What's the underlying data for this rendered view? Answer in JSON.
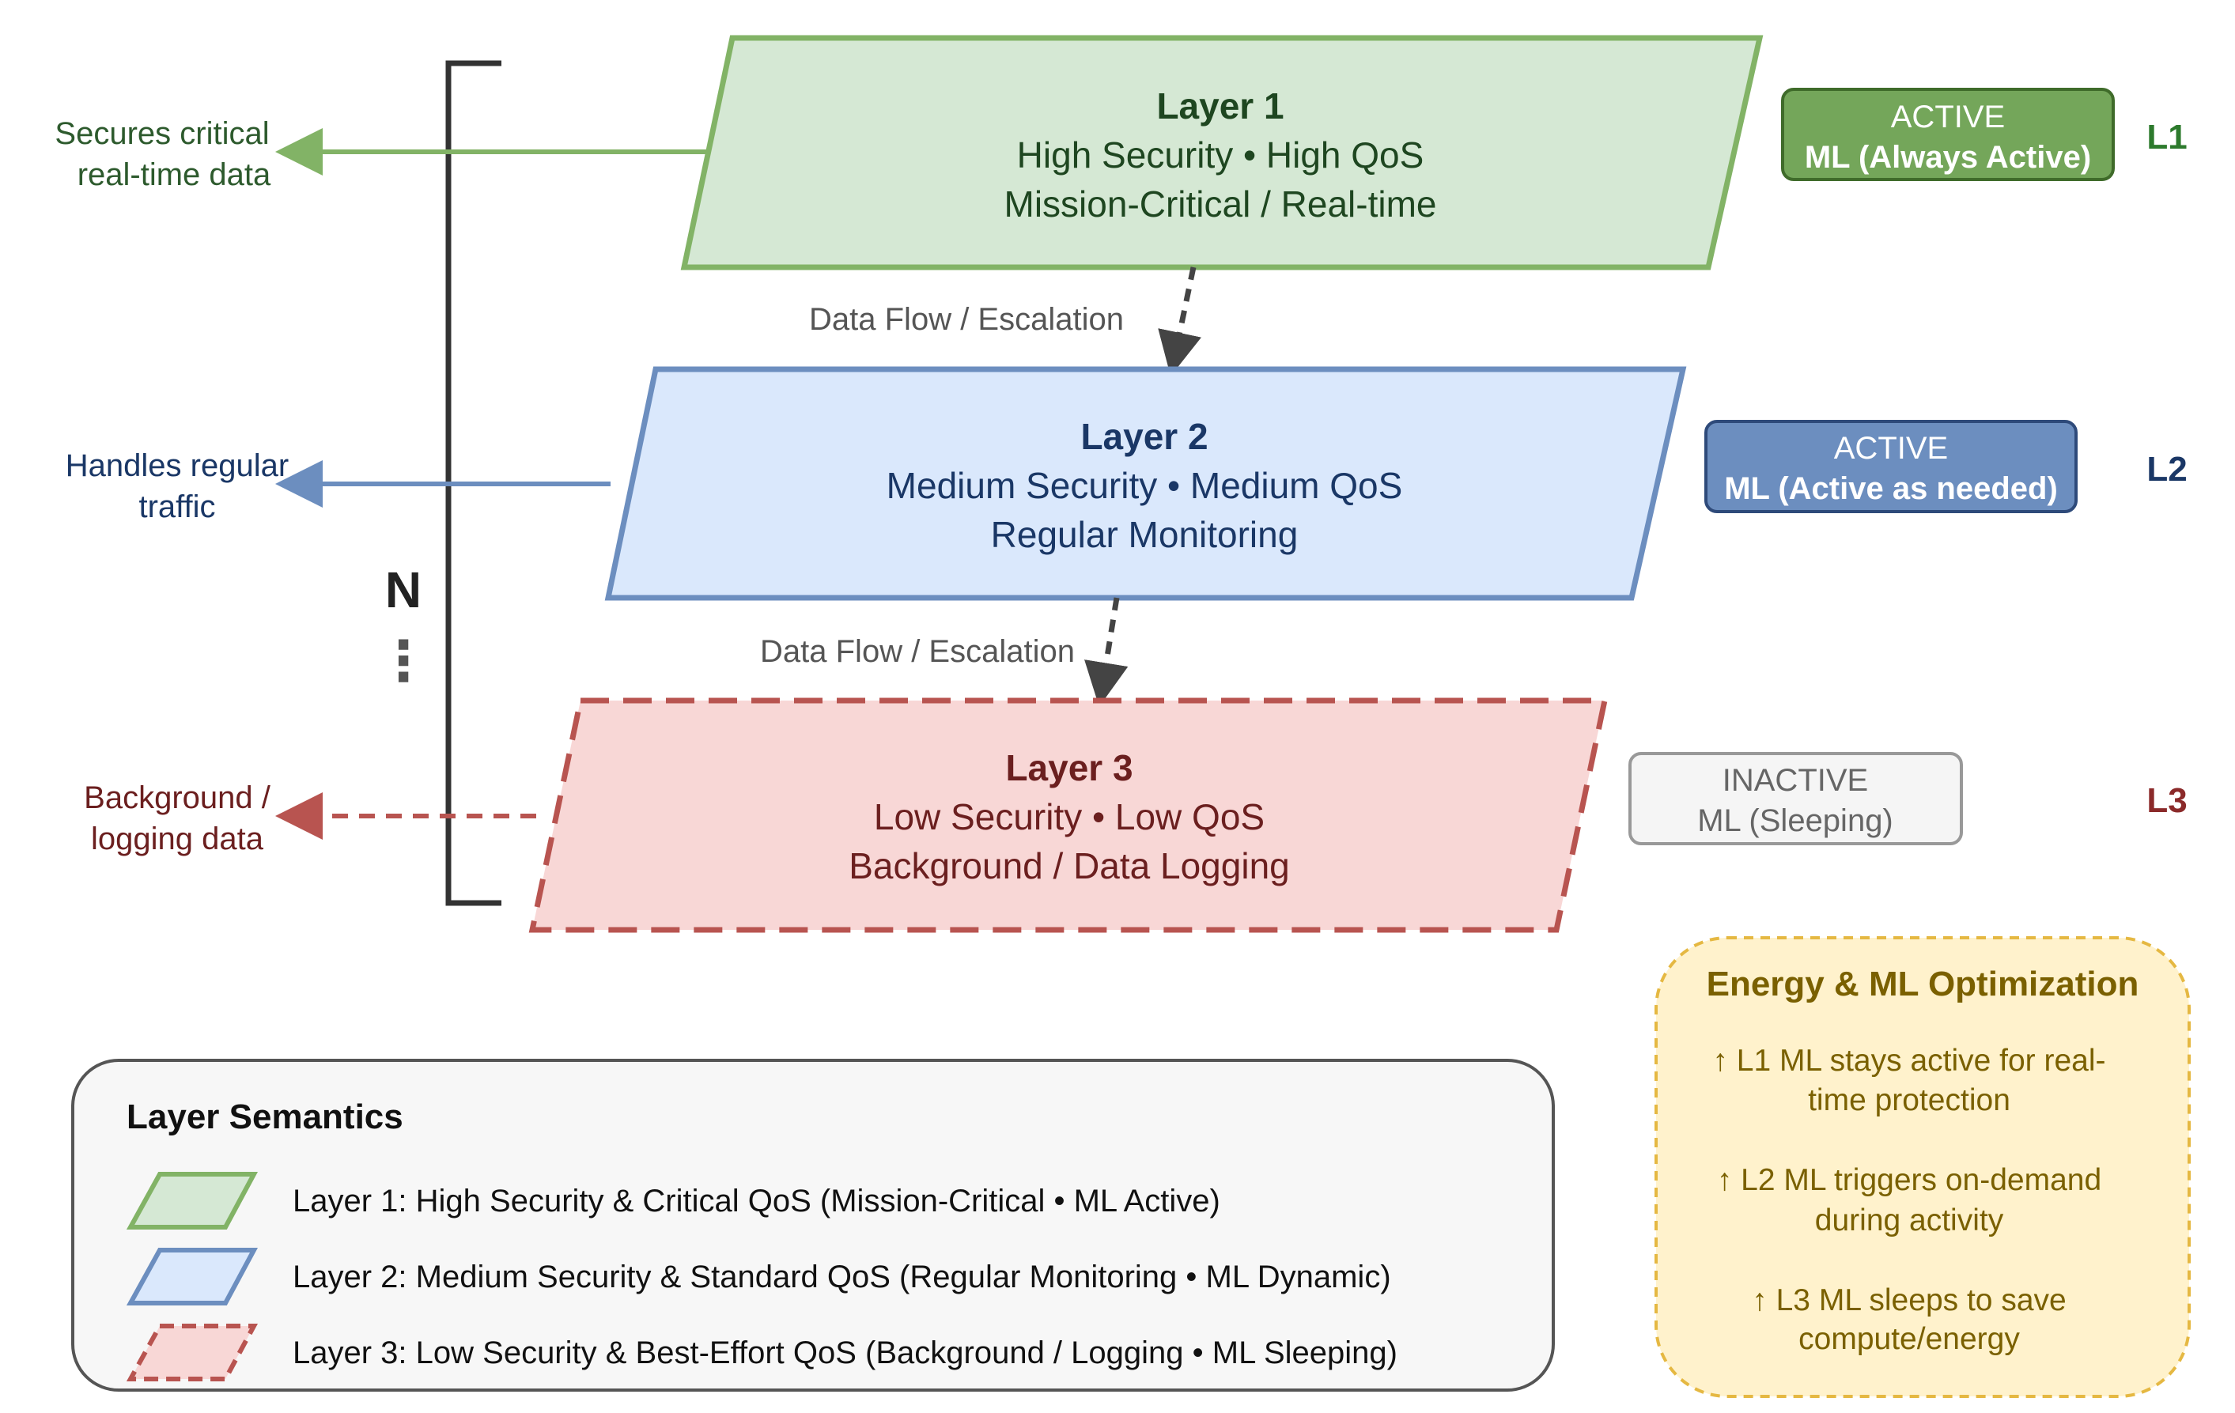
{
  "colors": {
    "green_fill": "#d5e8d4",
    "green_stroke": "#82b366",
    "green_text": "#1e4620",
    "blue_fill": "#dae8fc",
    "blue_stroke": "#6c8ebf",
    "blue_text": "#1a3766",
    "red_fill": "#f8d7d6",
    "red_stroke": "#b85450",
    "red_text": "#6b1f1f",
    "badge_green": "#74a65a",
    "badge_blue": "#6c8ebf",
    "badge_gray_fill": "#f5f5f5",
    "badge_gray_stroke": "#999999",
    "bracket": "#333333",
    "flow_label": "#555555",
    "opt_fill": "#fff2cc",
    "opt_stroke": "#e5b842",
    "opt_text": "#7a6000"
  },
  "layers": [
    {
      "title": "Layer 1",
      "line1": "High Security • High QoS",
      "line2": "Mission-Critical / Real-time",
      "side_label": [
        "Secures critical",
        "real-time data"
      ],
      "badge_status": "ACTIVE",
      "badge_ml": "ML (Always Active)",
      "level": "L1"
    },
    {
      "title": "Layer 2",
      "line1": "Medium Security • Medium QoS",
      "line2": "Regular Monitoring",
      "side_label": [
        "Handles regular",
        "traffic"
      ],
      "badge_status": "ACTIVE",
      "badge_ml": "ML (Active as needed)",
      "level": "L2"
    },
    {
      "title": "Layer 3",
      "line1": "Low Security • Low QoS",
      "line2": "Background / Data Logging",
      "side_label": [
        "Background /",
        "logging data"
      ],
      "badge_status": "INACTIVE",
      "badge_ml": "ML (Sleeping)",
      "level": "L3"
    }
  ],
  "flow_labels": [
    "Data Flow / Escalation",
    "Data Flow / Escalation"
  ],
  "bracket": {
    "label": "N",
    "ellipsis": "⋮"
  },
  "legend": {
    "title": "Layer Semantics",
    "items": [
      "Layer 1: High Security & Critical QoS (Mission-Critical • ML Active)",
      "Layer 2: Medium Security & Standard QoS (Regular Monitoring • ML Dynamic)",
      "Layer 3: Low Security & Best-Effort QoS (Background / Logging • ML Sleeping)"
    ]
  },
  "optimization": {
    "title": "Energy & ML Optimization",
    "items": [
      [
        "↑ L1 ML stays active for real-",
        "time protection"
      ],
      [
        "↑ L2 ML triggers on-demand",
        "during activity"
      ],
      [
        "↑ L3 ML sleeps to save",
        "compute/energy"
      ]
    ]
  }
}
